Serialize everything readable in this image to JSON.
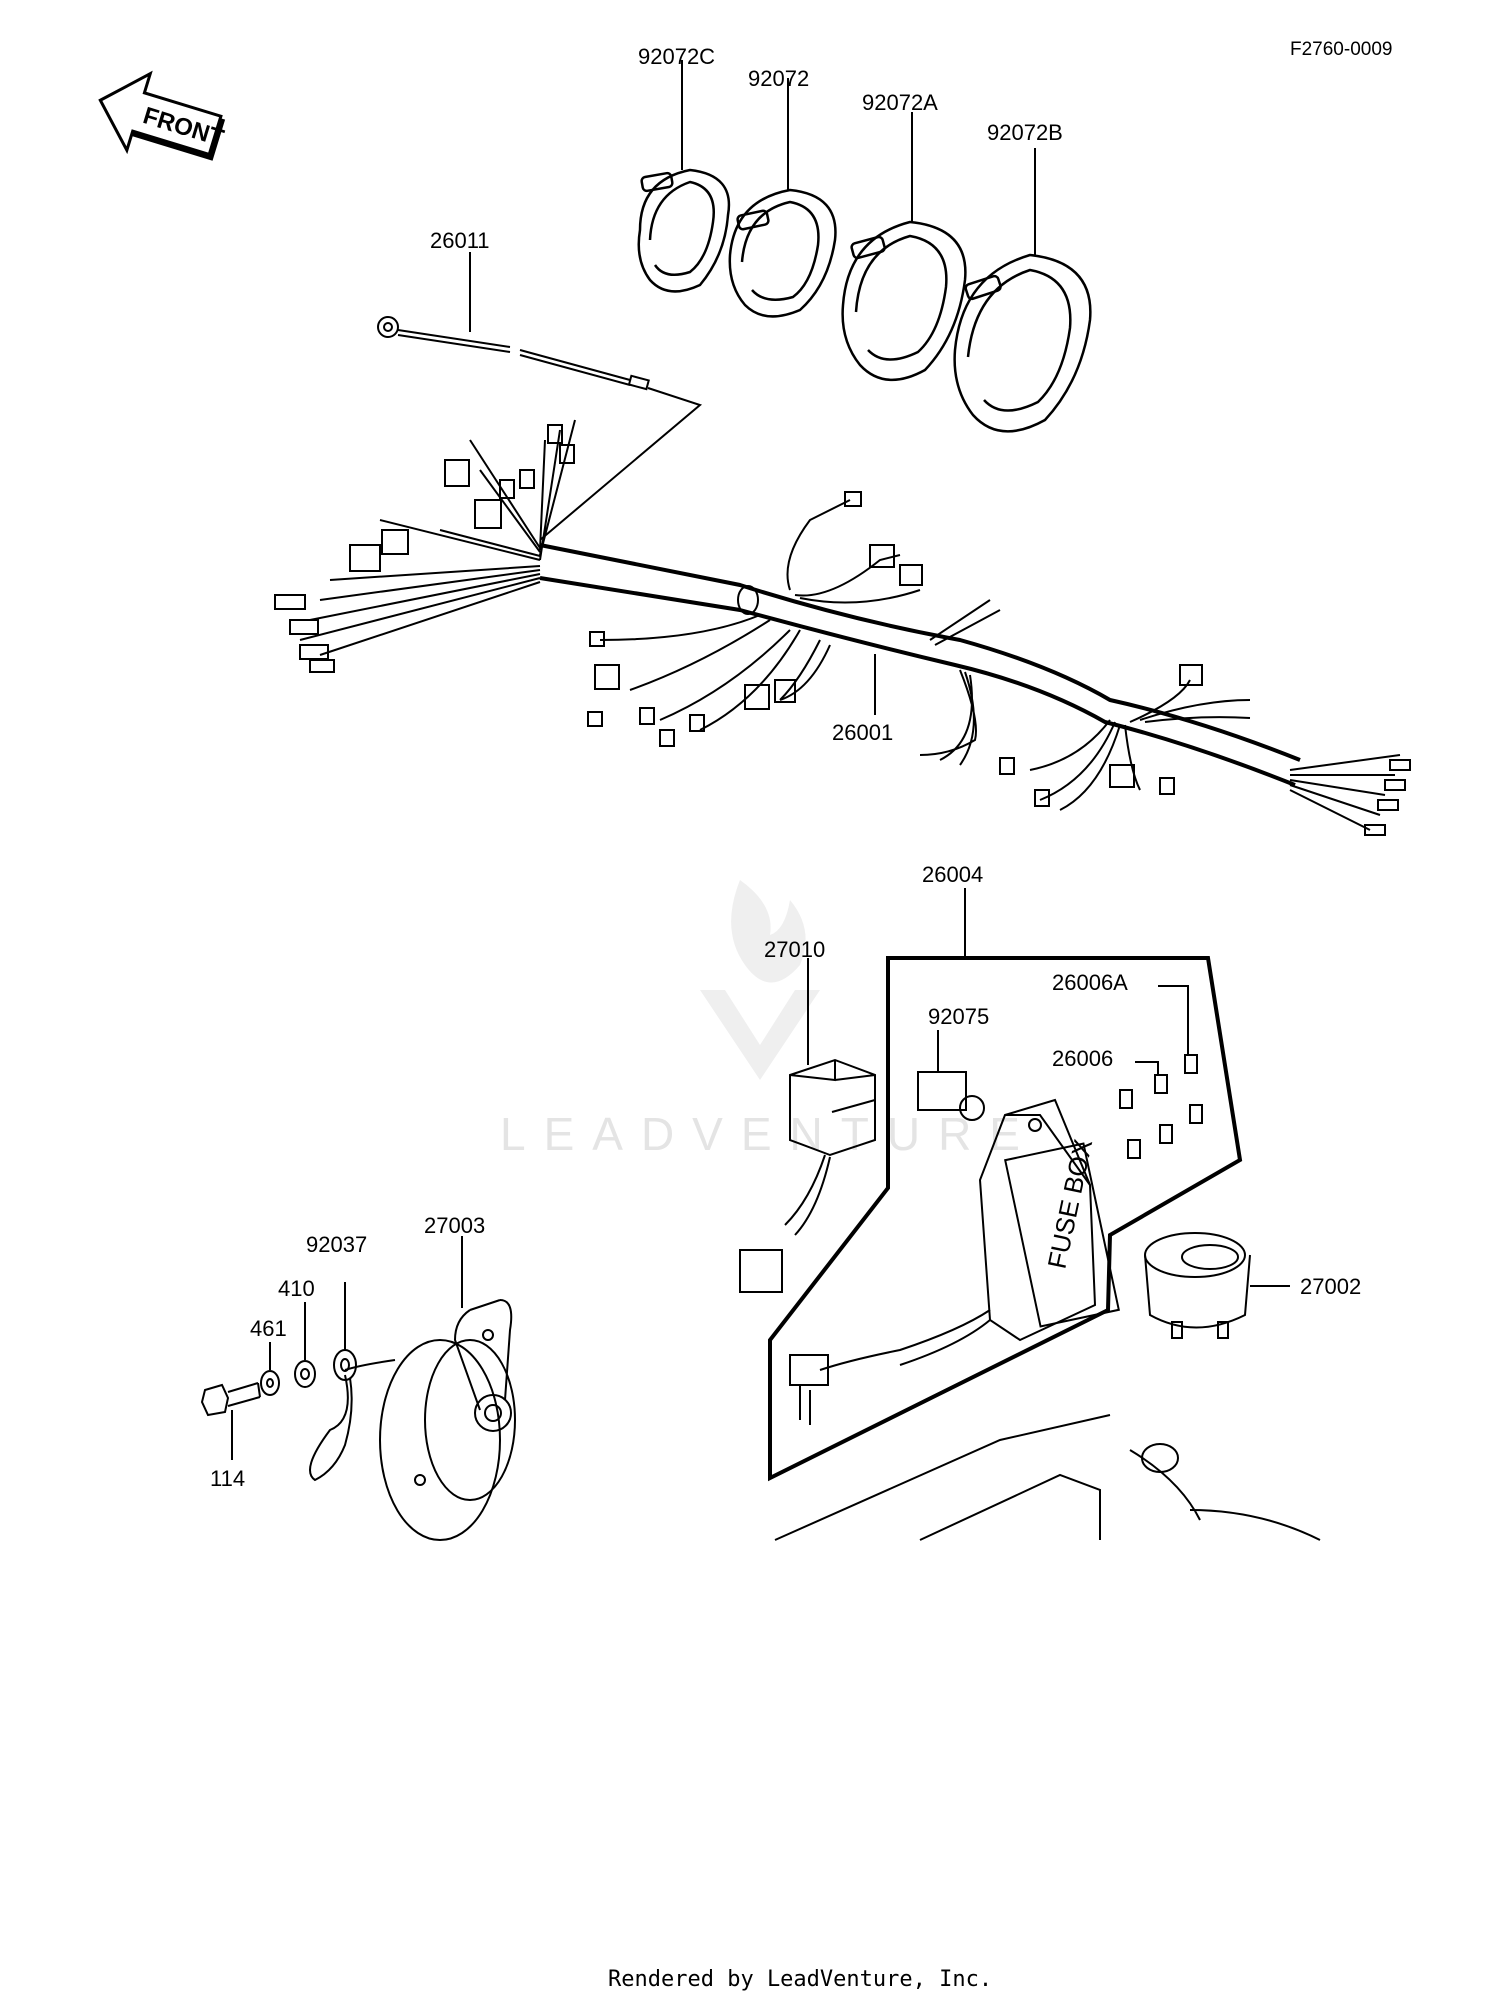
{
  "diagram": {
    "ref_code": "F2760-0009",
    "front_arrow_label": "FRONT",
    "fuse_box_label": "FUSE BOX",
    "watermark": "LEADVENTURE",
    "footer": "Rendered by LeadVenture, Inc."
  },
  "parts": [
    {
      "id": "p-92072C",
      "number": "92072C"
    },
    {
      "id": "p-92072",
      "number": "92072"
    },
    {
      "id": "p-92072A",
      "number": "92072A"
    },
    {
      "id": "p-92072B",
      "number": "92072B"
    },
    {
      "id": "p-26011",
      "number": "26011"
    },
    {
      "id": "p-26001",
      "number": "26001"
    },
    {
      "id": "p-26004",
      "number": "26004"
    },
    {
      "id": "p-27010",
      "number": "27010"
    },
    {
      "id": "p-92075",
      "number": "92075"
    },
    {
      "id": "p-26006A",
      "number": "26006A"
    },
    {
      "id": "p-26006",
      "number": "26006"
    },
    {
      "id": "p-27002",
      "number": "27002"
    },
    {
      "id": "p-27003",
      "number": "27003"
    },
    {
      "id": "p-92037",
      "number": "92037"
    },
    {
      "id": "p-410",
      "number": "410"
    },
    {
      "id": "p-461",
      "number": "461"
    },
    {
      "id": "p-114",
      "number": "114"
    }
  ]
}
